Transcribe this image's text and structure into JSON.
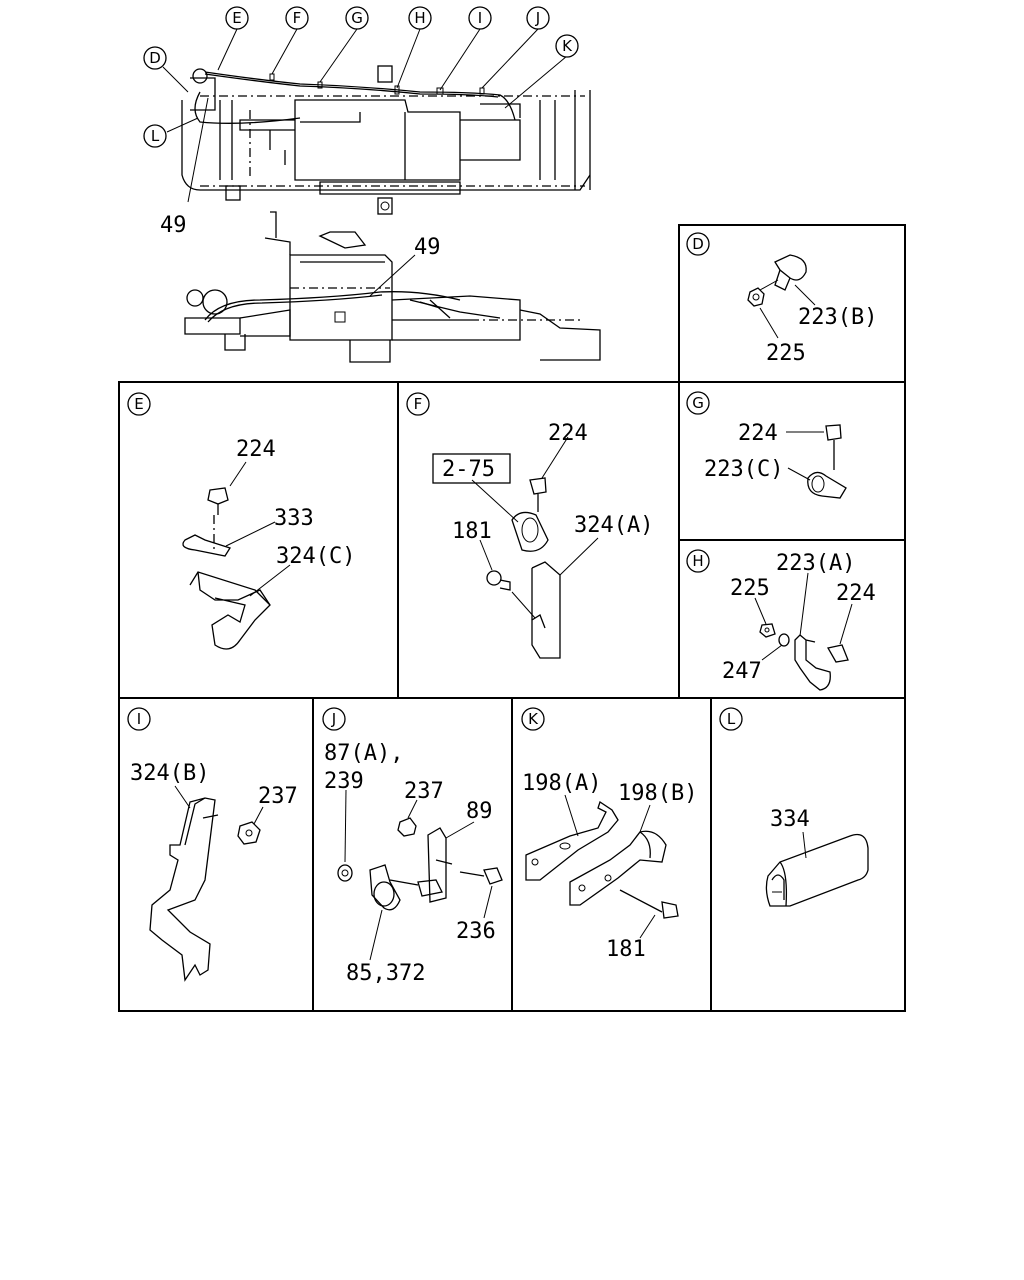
{
  "overview": {
    "callouts": [
      "E",
      "F",
      "G",
      "H",
      "I",
      "J",
      "K",
      "D",
      "L"
    ],
    "part_49_top": "49",
    "part_49_bottom": "49"
  },
  "panels": {
    "D": {
      "letter": "D",
      "labels": [
        "223(B)",
        "225"
      ]
    },
    "E": {
      "letter": "E",
      "labels": [
        "224",
        "333",
        "324(C)"
      ]
    },
    "F": {
      "letter": "F",
      "ref_box": "2-75",
      "labels": [
        "224",
        "181",
        "324(A)"
      ]
    },
    "G": {
      "letter": "G",
      "labels": [
        "224",
        "223(C)"
      ]
    },
    "H": {
      "letter": "H",
      "labels": [
        "223(A)",
        "225",
        "224",
        "247"
      ]
    },
    "I": {
      "letter": "I",
      "labels": [
        "324(B)",
        "237"
      ]
    },
    "J": {
      "letter": "J",
      "labels": [
        "87(A),",
        "239",
        "237",
        "89",
        "236",
        "85,372"
      ]
    },
    "K": {
      "letter": "K",
      "labels": [
        "198(A)",
        "198(B)",
        "181"
      ]
    },
    "L": {
      "letter": "L",
      "labels": [
        "334"
      ]
    }
  }
}
